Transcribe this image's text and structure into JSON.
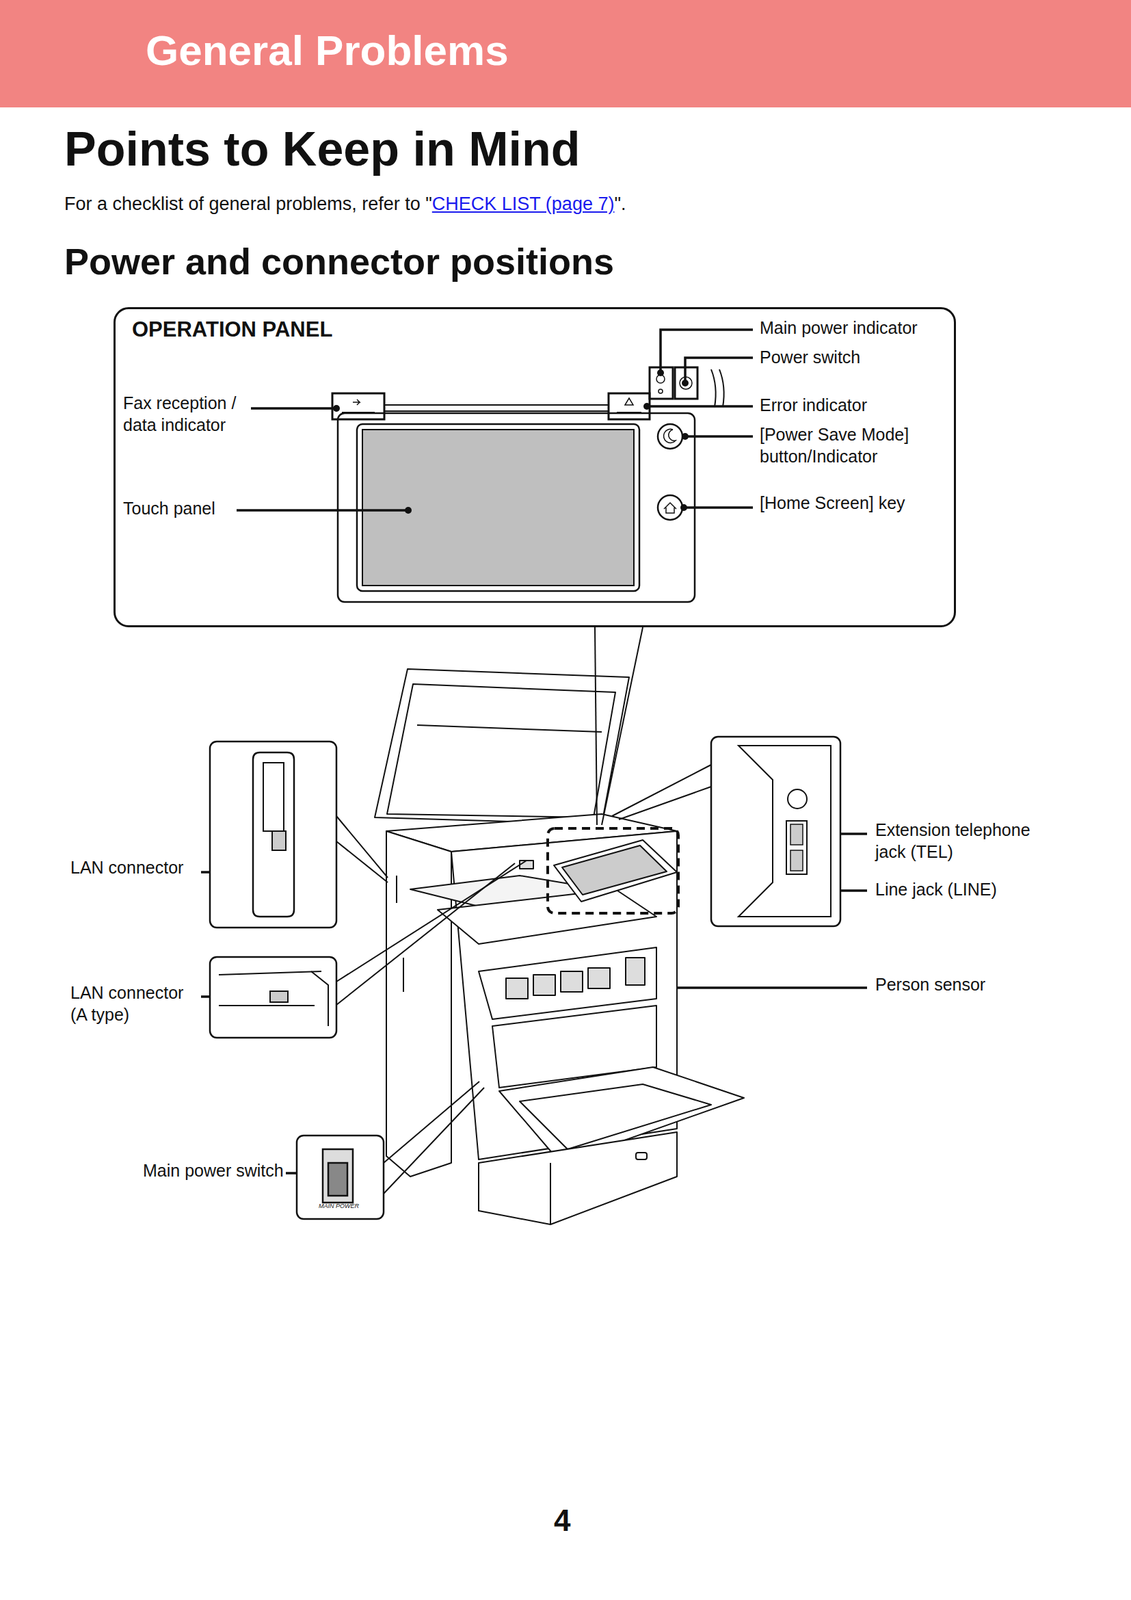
{
  "diagram": {
    "title": "Points to Keep in Mind",
    "nodes": [
      {
        "text": [
          "General Problems"
        ]
      },
      {
        "text": [
          "OPERATION PANEL"
        ]
      }
    ],
    "labels": [
      "For a checklist of general problems, refer to \"",
      "CHECK LIST (page 7)",
      "\".",
      "Power and connector positions",
      "Main power indicator",
      "Power switch",
      "Fax reception / data indicator",
      "Error indicator",
      "[Power Save Mode] button/Indicator",
      "Touch panel",
      "[Home Screen] key",
      "LAN connector",
      "Extension telephone jack (TEL)",
      "Line jack (LINE)",
      "LAN connector (A type)",
      "Person sensor",
      "Main power switch",
      "MAIN POWER",
      "4"
    ]
  }
}
